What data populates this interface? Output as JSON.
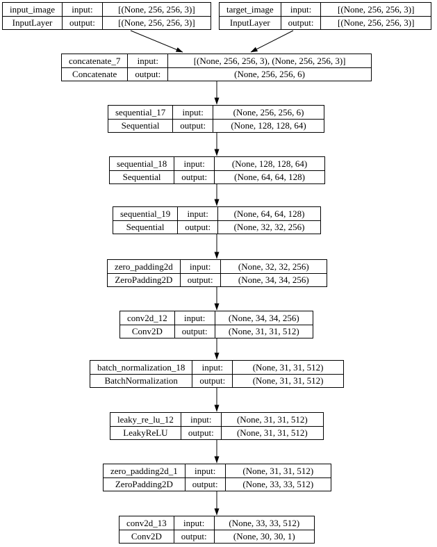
{
  "diagram": {
    "title": "model architecture graph",
    "colors": {
      "background": "#ffffff",
      "border": "#000000",
      "text": "#000000",
      "edge": "#000000"
    },
    "labels": {
      "input": "input:",
      "output": "output:"
    },
    "nodes": [
      {
        "name": "input_image",
        "type": "InputLayer",
        "input_shape": "[(None, 256, 256, 3)]",
        "output_shape": "[(None, 256, 256, 3)]"
      },
      {
        "name": "target_image",
        "type": "InputLayer",
        "input_shape": "[(None, 256, 256, 3)]",
        "output_shape": "[(None, 256, 256, 3)]"
      },
      {
        "name": "concatenate_7",
        "type": "Concatenate",
        "input_shape": "[(None, 256, 256, 3), (None, 256, 256, 3)]",
        "output_shape": "(None, 256, 256, 6)"
      },
      {
        "name": "sequential_17",
        "type": "Sequential",
        "input_shape": "(None, 256, 256, 6)",
        "output_shape": "(None, 128, 128, 64)"
      },
      {
        "name": "sequential_18",
        "type": "Sequential",
        "input_shape": "(None, 128, 128, 64)",
        "output_shape": "(None, 64, 64, 128)"
      },
      {
        "name": "sequential_19",
        "type": "Sequential",
        "input_shape": "(None, 64, 64, 128)",
        "output_shape": "(None, 32, 32, 256)"
      },
      {
        "name": "zero_padding2d",
        "type": "ZeroPadding2D",
        "input_shape": "(None, 32, 32, 256)",
        "output_shape": "(None, 34, 34, 256)"
      },
      {
        "name": "conv2d_12",
        "type": "Conv2D",
        "input_shape": "(None, 34, 34, 256)",
        "output_shape": "(None, 31, 31, 512)"
      },
      {
        "name": "batch_normalization_18",
        "type": "BatchNormalization",
        "input_shape": "(None, 31, 31, 512)",
        "output_shape": "(None, 31, 31, 512)"
      },
      {
        "name": "leaky_re_lu_12",
        "type": "LeakyReLU",
        "input_shape": "(None, 31, 31, 512)",
        "output_shape": "(None, 31, 31, 512)"
      },
      {
        "name": "zero_padding2d_1",
        "type": "ZeroPadding2D",
        "input_shape": "(None, 31, 31, 512)",
        "output_shape": "(None, 33, 33, 512)"
      },
      {
        "name": "conv2d_13",
        "type": "Conv2D",
        "input_shape": "(None, 33, 33, 512)",
        "output_shape": "(None, 30, 30, 1)"
      }
    ],
    "edges": [
      {
        "from": "input_image",
        "to": "concatenate_7"
      },
      {
        "from": "target_image",
        "to": "concatenate_7"
      },
      {
        "from": "concatenate_7",
        "to": "sequential_17"
      },
      {
        "from": "sequential_17",
        "to": "sequential_18"
      },
      {
        "from": "sequential_18",
        "to": "sequential_19"
      },
      {
        "from": "sequential_19",
        "to": "zero_padding2d"
      },
      {
        "from": "zero_padding2d",
        "to": "conv2d_12"
      },
      {
        "from": "conv2d_12",
        "to": "batch_normalization_18"
      },
      {
        "from": "batch_normalization_18",
        "to": "leaky_re_lu_12"
      },
      {
        "from": "leaky_re_lu_12",
        "to": "zero_padding2d_1"
      },
      {
        "from": "zero_padding2d_1",
        "to": "conv2d_13"
      }
    ]
  }
}
